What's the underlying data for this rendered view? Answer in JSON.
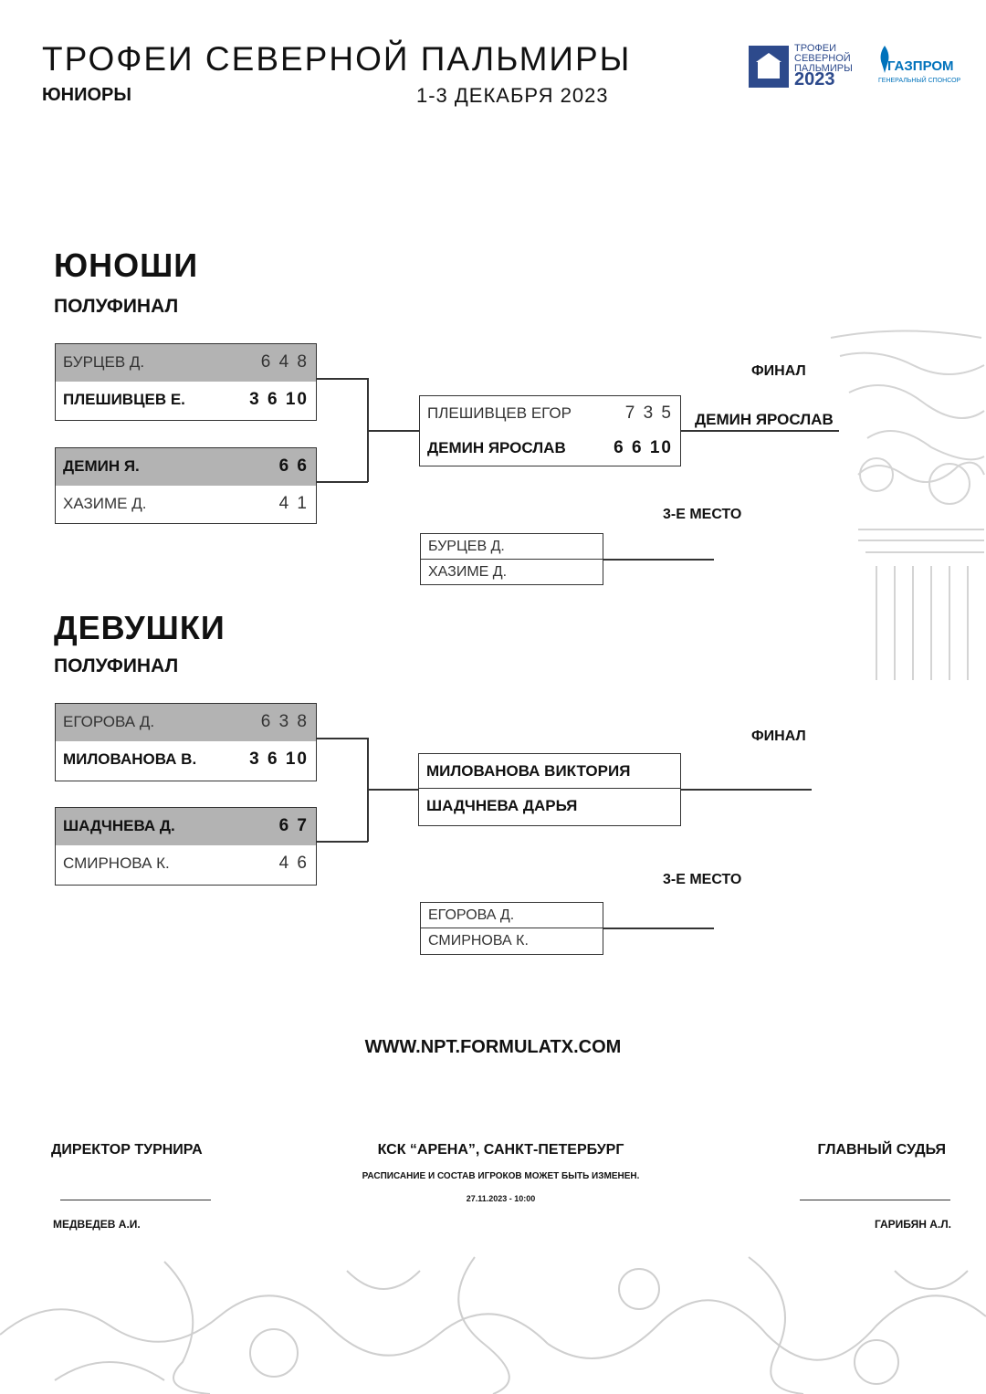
{
  "header": {
    "title": "ТРОФЕИ СЕВЕРНОЙ ПАЛЬМИРЫ",
    "category": "ЮНИОРЫ",
    "dates": "1-3 ДЕКАБРЯ 2023",
    "logo_text": "ТРОФЕИ СЕВЕРНОЙ ПАЛЬМИРЫ",
    "logo_year": "2023",
    "sponsor_name": "ГАЗПРОМ",
    "sponsor_sub": "ГЕНЕРАЛЬНЫЙ СПОНСОР"
  },
  "boys": {
    "heading": "ЮНОШИ",
    "round": "ПОЛУФИНАЛ",
    "sf1": {
      "p1": "БУРЦЕВ Д.",
      "s1": "6 4  8",
      "p2": "ПЛЕШИВЦЕВ Е.",
      "s2": "3 6 10"
    },
    "sf2": {
      "p1": "ДЕМИН Я.",
      "s1": "6 6",
      "p2": "ХАЗИМЕ Д.",
      "s2": "4 1"
    },
    "final_label": "ФИНАЛ",
    "final": {
      "p1": "ПЛЕШИВЦЕВ ЕГОР",
      "s1": "7 3  5",
      "p2": "ДЕМИН ЯРОСЛАВ",
      "s2": "6 6  10"
    },
    "winner": "ДЕМИН ЯРОСЛАВ",
    "third_label": "3-Е МЕСТО",
    "third": {
      "p1": "БУРЦЕВ Д.",
      "p2": "ХАЗИМЕ Д."
    }
  },
  "girls": {
    "heading": "ДЕВУШКИ",
    "round": "ПОЛУФИНАЛ",
    "sf1": {
      "p1": "ЕГОРОВА Д.",
      "s1": "6 3   8",
      "p2": "МИЛОВАНОВА В.",
      "s2": "3 6  10"
    },
    "sf2": {
      "p1": "ШАДЧНЕВА Д.",
      "s1": "6 7",
      "p2": "СМИРНОВА К.",
      "s2": "4 6"
    },
    "final_label": "ФИНАЛ",
    "final": {
      "p1": "МИЛОВАНОВА ВИКТОРИЯ",
      "p2": "ШАДЧНЕВА ДАРЬЯ"
    },
    "third_label": "3-Е МЕСТО",
    "third": {
      "p1": "ЕГОРОВА Д.",
      "p2": "СМИРНОВА К."
    }
  },
  "footer": {
    "website": "WWW.NPT.FORMULATX.COM",
    "director_label": "ДИРЕКТОР ТУРНИРА",
    "director_name": "МЕДВЕДЕВ А.И.",
    "venue": "КСК “АРЕНА”, САНКТ-ПЕТЕРБУРГ",
    "notice": "РАСПИСАНИЕ И СОСТАВ ИГРОКОВ МОЖЕТ БЫТЬ ИЗМЕНЕН.",
    "timestamp": "27.11.2023 - 10:00",
    "judge_label": "ГЛАВНЫЙ СУДЬЯ",
    "judge_name": "ГАРИБЯН А.Л."
  }
}
